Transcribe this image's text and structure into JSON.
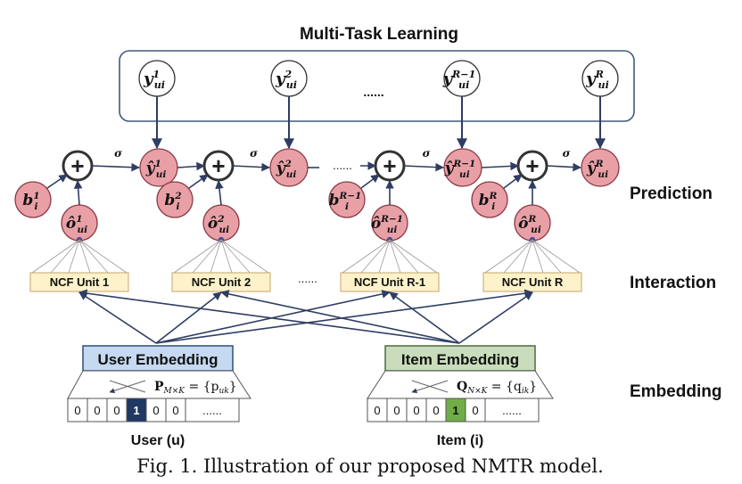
{
  "title": "Multi-Task Learning",
  "layers": {
    "prediction": "Prediction",
    "interaction": "Interaction",
    "embedding": "Embedding"
  },
  "ellipsis": "......",
  "sigma": "σ",
  "plus": "+",
  "supers": [
    "1",
    "2",
    "R−1",
    "R"
  ],
  "labels": {
    "y": "y",
    "y_hat": "ŷ",
    "b": "b",
    "o_hat": "ô",
    "sub_ui": "ui",
    "sub_i": "i"
  },
  "ncf_units": [
    "NCF Unit 1",
    "NCF Unit 2",
    "NCF Unit R-1",
    "NCF Unit R"
  ],
  "user": {
    "embedding_label": "User Embedding",
    "matrix": "P",
    "matrix_sub": "M×K",
    "matrix_rhs": "= {p",
    "matrix_rhs_sub": "uk",
    "onehot": [
      "0",
      "0",
      "0",
      "1",
      "0",
      "0",
      "......"
    ],
    "caption": "User (u)"
  },
  "item": {
    "embedding_label": "Item Embedding",
    "matrix": "Q",
    "matrix_sub": "N×K",
    "matrix_rhs": "= {q",
    "matrix_rhs_sub": "ik",
    "onehot": [
      "0",
      "0",
      "0",
      "0",
      "1",
      "0",
      "......"
    ],
    "caption": "Item (i)"
  },
  "caption": "Fig. 1.  Illustration of our proposed NMTR model.",
  "colors": {
    "node_fill": "#e8a0a6",
    "node_stroke": "#8b3a45",
    "ncf_fill": "#fdf2c9",
    "ncf_stroke": "#c7a56a",
    "user_fill": "#c5d9f0",
    "user_stroke": "#2f4f7a",
    "item_fill": "#c9dcbc",
    "item_stroke": "#4f6b3f",
    "user_hot": "#1f3864",
    "item_hot": "#70ad47",
    "arrow": "#2f3d63"
  }
}
